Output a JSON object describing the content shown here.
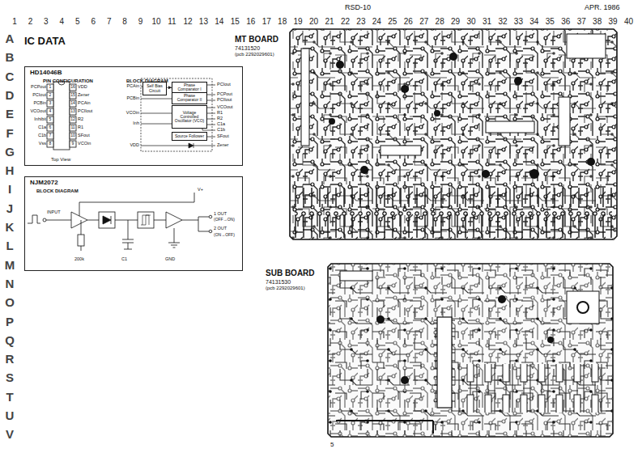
{
  "diagram": {
    "title": "IC DATA",
    "nodes": [
      {
        "text": [
          "HD14046B",
          "PIN CONFIGURATION",
          "BLOCK DIAGRAM",
          "Top View"
        ]
      },
      {
        "text": [
          "Self Bias Circuit"
        ],
        "in": 0
      },
      {
        "text": [
          "Phase Comparator I"
        ],
        "in": 0
      },
      {
        "text": [
          "Phase Comparator II"
        ],
        "in": 0
      },
      {
        "text": [
          "Voltage Controlled Oscillator (VCO)"
        ],
        "in": 0
      },
      {
        "text": [
          "Source Follower"
        ],
        "in": 0
      },
      {
        "text": [
          "NJM2072",
          "BLOCK DIAGRAM"
        ]
      }
    ],
    "edges": [
      {
        "from": 1,
        "to": 2,
        "arrow": "to"
      }
    ],
    "labels": [
      "1",
      "2",
      "3",
      "4",
      "5",
      "6",
      "7",
      "8",
      "9",
      "10",
      "11",
      "12",
      "13",
      "14",
      "15",
      "16",
      "17",
      "18",
      "19",
      "20",
      "21",
      "22",
      "23",
      "24",
      "25",
      "26",
      "27",
      "28",
      "29",
      "30",
      "31",
      "32",
      "33",
      "34",
      "35",
      "36",
      "37",
      "38",
      "39",
      "40",
      "A",
      "B",
      "C",
      "D",
      "E",
      "F",
      "G",
      "H",
      "I",
      "J",
      "K",
      "L",
      "M",
      "N",
      "O",
      "P",
      "Q",
      "R",
      "S",
      "T",
      "U",
      "V",
      "RSD-10",
      "APR. 1986",
      "MT BOARD",
      "74131520",
      "(pcb 2292029601)",
      "SUB BOARD",
      "74131530",
      "(pcb 2292029601)",
      "5",
      "PCPout",
      "PCIout",
      "PCBin",
      "VCOout",
      "Inhibit",
      "C1a",
      "C1b",
      "Vss",
      "1",
      "2",
      "3",
      "4",
      "5",
      "6",
      "7",
      "8",
      "16",
      "15",
      "14",
      "13",
      "12",
      "11",
      "10",
      "9",
      "VDD",
      "Zener",
      "PCAin",
      "PCIIout",
      "R2",
      "R1",
      "SFout",
      "VCOin",
      "PCAin",
      "PCBin",
      "VCOin",
      "Inh",
      "PCIout",
      "PCPout",
      "PCIIout",
      "VCOout",
      "R1",
      "R2",
      "C1a",
      "C1b",
      "SFout",
      "Zener",
      "VDD",
      "INPUT",
      "V+",
      "1 OUT",
      "(OFF→ON)",
      "2 OUT",
      "(ON→OFF)",
      "GND",
      "200k",
      "C1"
    ]
  }
}
